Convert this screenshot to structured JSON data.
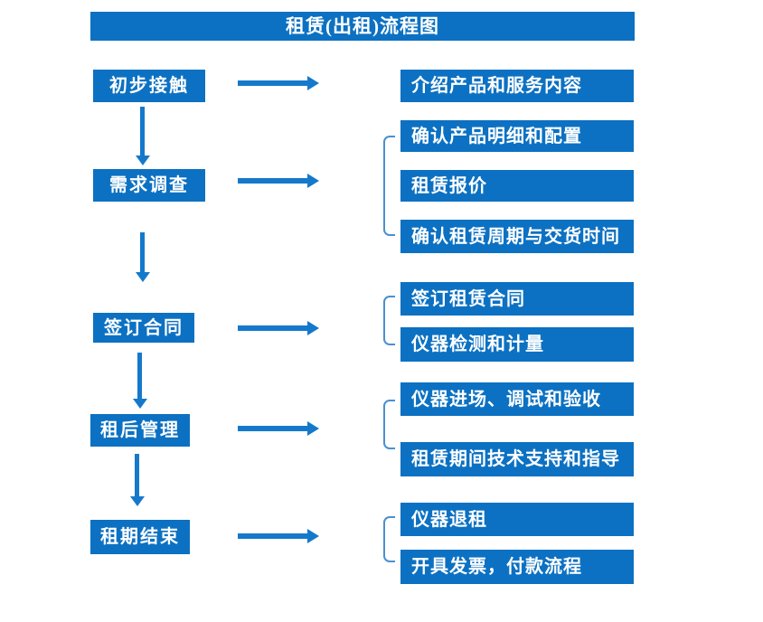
{
  "title": "租赁(出租)流程图",
  "colors": {
    "box_blue": "#0c71c2",
    "arrow_blue": "#1579cb",
    "bracket_blue": "#4a90d0",
    "text_white": "#ffffff",
    "background": "#ffffff"
  },
  "flow": [
    {
      "step": "初步接触",
      "details": [
        "介绍产品和服务内容"
      ]
    },
    {
      "step": "需求调查",
      "details": [
        "确认产品明细和配置",
        "租赁报价",
        "确认租赁周期与交货时间"
      ]
    },
    {
      "step": "签订合同",
      "details": [
        "签订租赁合同",
        "仪器检测和计量"
      ]
    },
    {
      "step": "租后管理",
      "details": [
        "仪器进场、调试和验收",
        "租赁期间技术支持和指导"
      ]
    },
    {
      "step": "租期结束",
      "details": [
        "仪器退租",
        "开具发票，付款流程"
      ]
    }
  ]
}
